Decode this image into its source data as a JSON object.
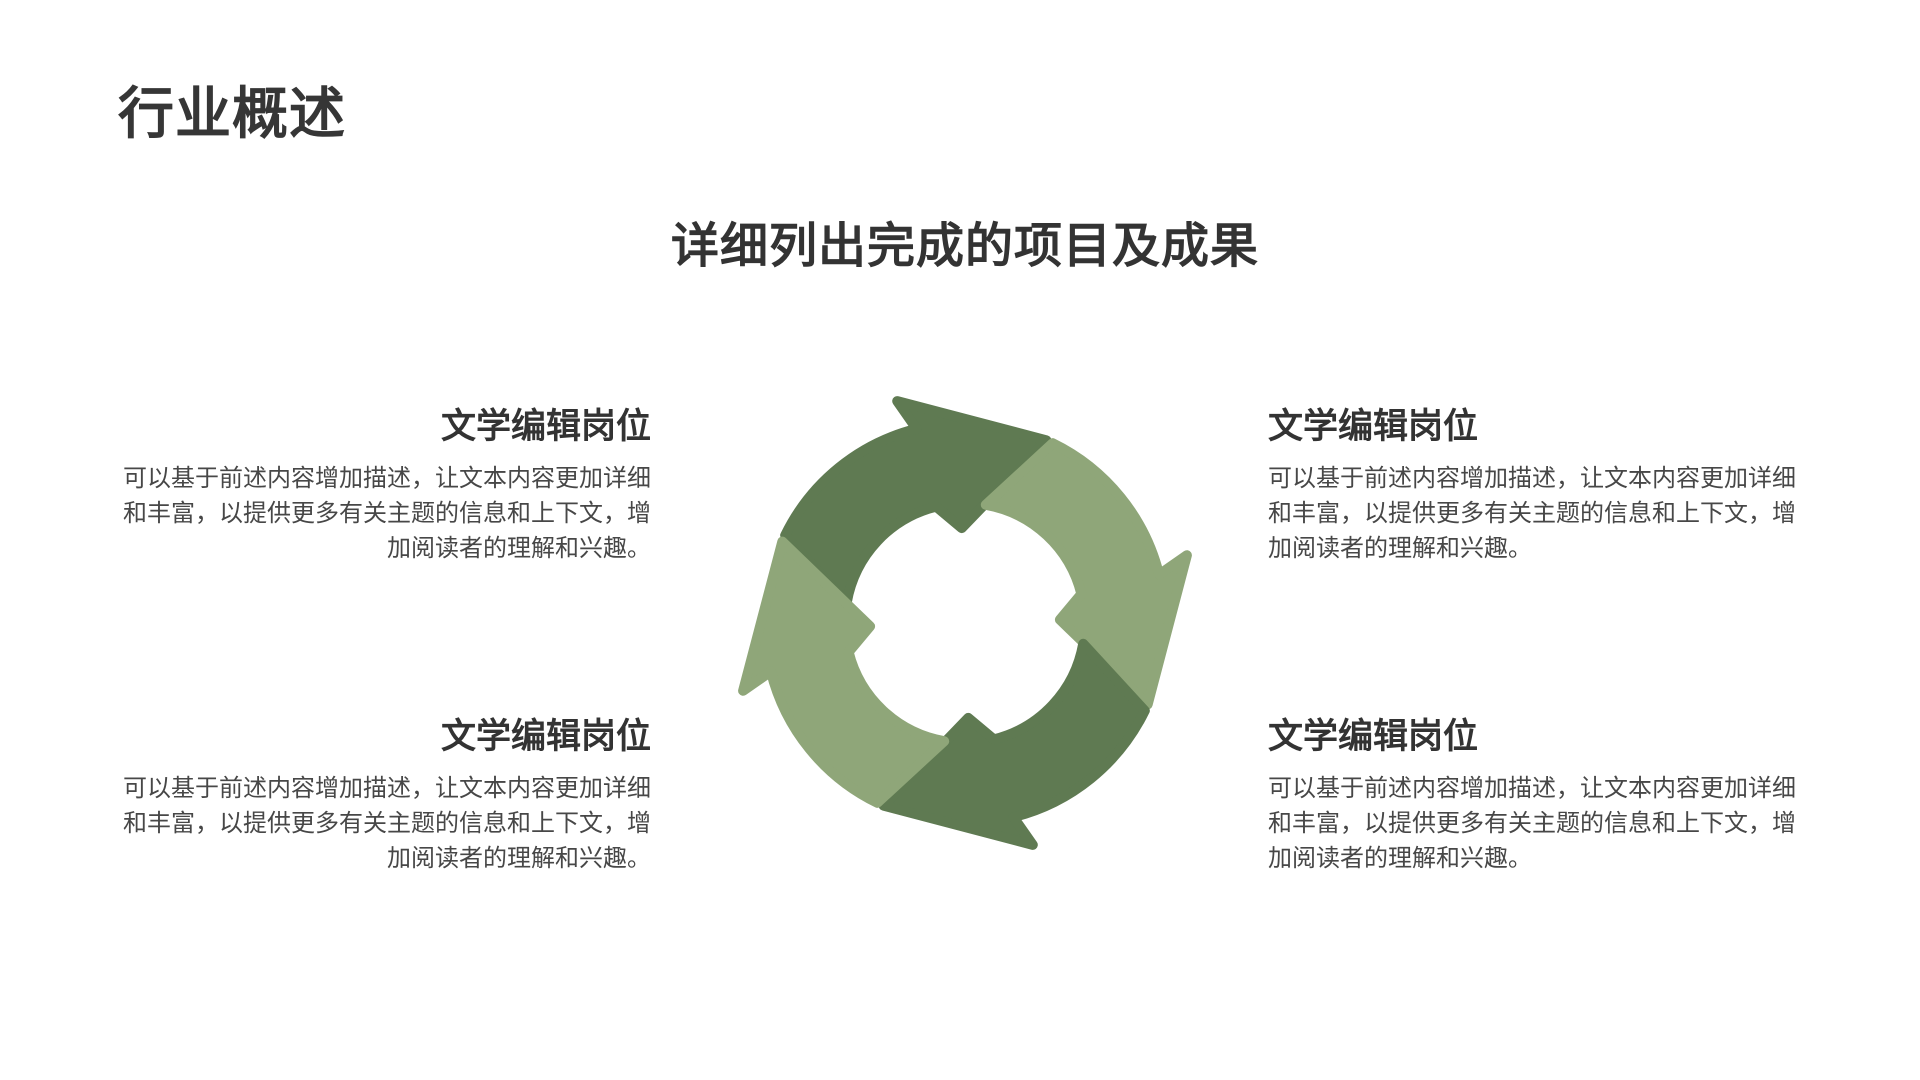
{
  "slide": {
    "title": "行业概述",
    "subtitle": "详细列出完成的项目及成果",
    "background": "#FFFFFF"
  },
  "colors": {
    "title_text": "#363636",
    "heading_text": "#333333",
    "body_text": "#474747",
    "arrow_dark_green": "#5F7A52",
    "arrow_light_green": "#8FA679"
  },
  "diagram": {
    "type": "cycle-arrows",
    "description": "Four curved arrows forming a clockwise cycle, alternating dark and light green",
    "arrows": [
      {
        "position": "top",
        "direction": "clockwise",
        "color": "#5F7A52"
      },
      {
        "position": "right",
        "direction": "clockwise",
        "color": "#8FA679"
      },
      {
        "position": "bottom",
        "direction": "clockwise",
        "color": "#5F7A52"
      },
      {
        "position": "left",
        "direction": "clockwise",
        "color": "#8FA679"
      }
    ]
  },
  "blocks": [
    {
      "position": "top-left",
      "heading": "文学编辑岗位",
      "body": "可以基于前述内容增加描述，让文本内容更加详细和丰富，以提供更多有关主题的信息和上下文，增加阅读者的理解和兴趣。"
    },
    {
      "position": "top-right",
      "heading": "文学编辑岗位",
      "body": "可以基于前述内容增加描述，让文本内容更加详细和丰富，以提供更多有关主题的信息和上下文，增加阅读者的理解和兴趣。"
    },
    {
      "position": "bottom-left",
      "heading": "文学编辑岗位",
      "body": "可以基于前述内容增加描述，让文本内容更加详细和丰富，以提供更多有关主题的信息和上下文，增加阅读者的理解和兴趣。"
    },
    {
      "position": "bottom-right",
      "heading": "文学编辑岗位",
      "body": "可以基于前述内容增加描述，让文本内容更加详细和丰富，以提供更多有关主题的信息和上下文，增加阅读者的理解和兴趣。"
    }
  ]
}
